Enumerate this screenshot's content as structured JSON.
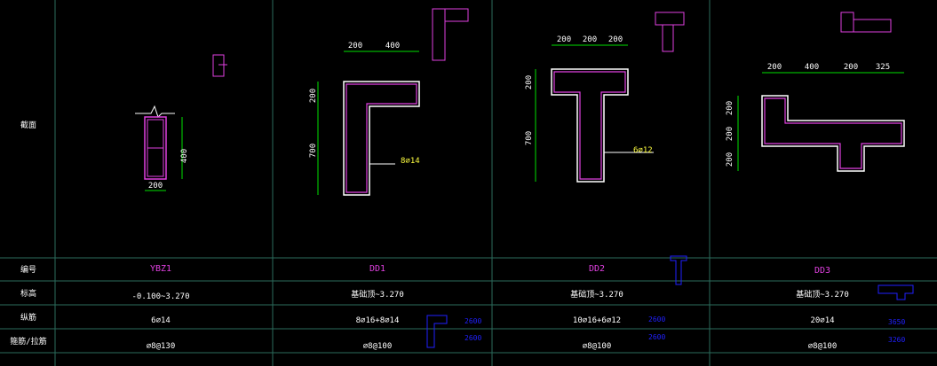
{
  "table": {
    "row_headers": [
      "截面",
      "编号",
      "标高",
      "纵筋",
      "箍筋/拉筋"
    ],
    "columns": [
      {
        "id": "YBZ1",
        "elevation": "-0.100~3.270",
        "long_bars": "6⌀14",
        "stirrups": "⌀8@130",
        "dims": [
          "400",
          "200"
        ]
      },
      {
        "id": "DD1",
        "elevation": "基础顶~3.270",
        "long_bars": "8⌀16+8⌀14",
        "stirrups": "⌀8@100",
        "dims": [
          "200",
          "400",
          "200",
          "700"
        ],
        "callout": "8⌀14",
        "note1": "2600",
        "note2": "2600"
      },
      {
        "id": "DD2",
        "elevation": "基础顶~3.270",
        "long_bars": "10⌀16+6⌀12",
        "stirrups": "⌀8@100",
        "dims": [
          "200",
          "200",
          "200",
          "200",
          "700"
        ],
        "callout": "6⌀12",
        "note1": "2600",
        "note2": "2600"
      },
      {
        "id": "DD3",
        "elevation": "基础顶~3.270",
        "long_bars": "20⌀14",
        "stirrups": "⌀8@100",
        "dims": [
          "200",
          "400",
          "200",
          "325",
          "200",
          "200",
          "200"
        ],
        "note1": "3650",
        "note2": "3260"
      }
    ]
  },
  "colors": {
    "grid": "#2b6b5c",
    "section": "#e040e0",
    "dim": "#00e000",
    "text": "#ffffff",
    "id": "#e040e0",
    "note": "#2020ff",
    "callout": "#ffff40"
  }
}
